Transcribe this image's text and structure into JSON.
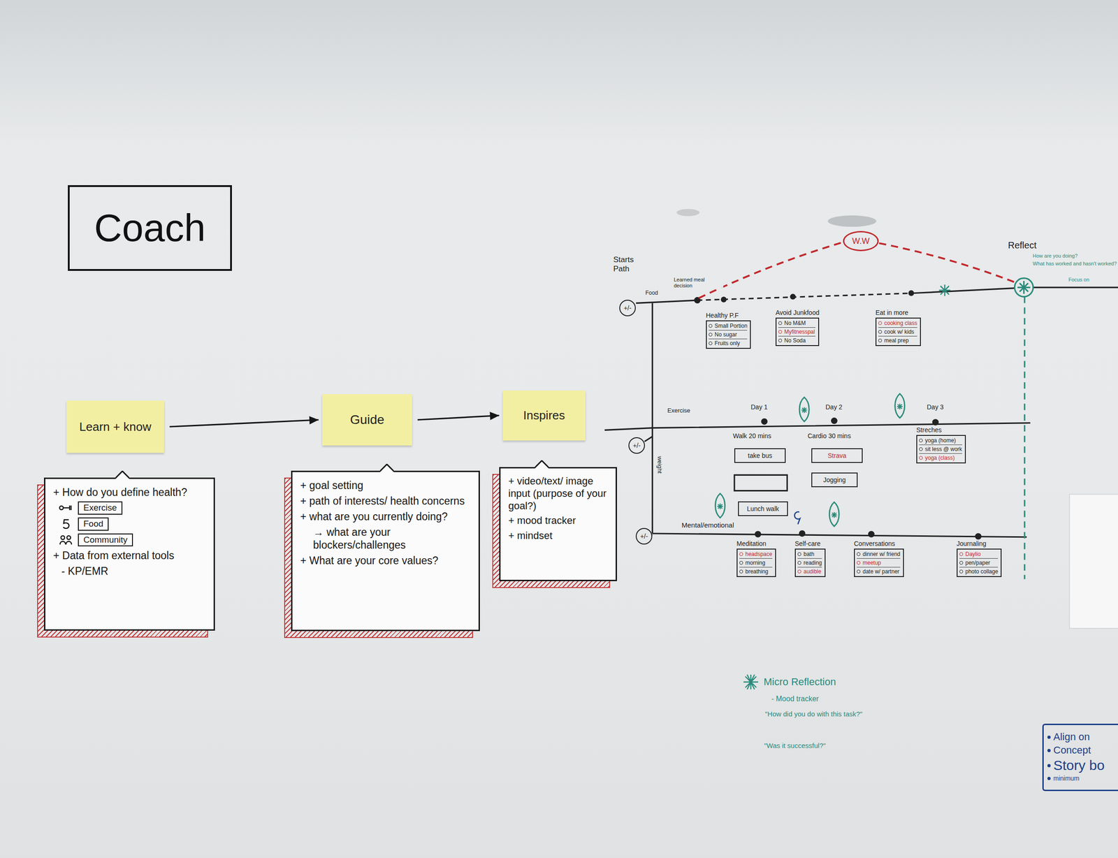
{
  "diagram": {
    "title": "Coach",
    "nodes": [
      {
        "text": [
          "Learn + know"
        ]
      },
      {
        "text": [
          "+ How do you define health?",
          "+ Data from external tools",
          "- KP/EMR"
        ]
      },
      {
        "text": [
          "Exercise"
        ],
        "in": 1
      },
      {
        "text": [
          "Food"
        ],
        "in": 1
      },
      {
        "text": [
          "Community"
        ],
        "in": 1
      },
      {
        "text": [
          "Guide"
        ]
      },
      {
        "text": [
          "+ goal setting",
          "+ path of interests/ health concerns",
          "+ what are you currently doing?",
          "→ what are your blockers/challenges",
          "+ What are your core values?"
        ]
      },
      {
        "text": [
          "Inspires"
        ]
      },
      {
        "text": [
          "+ video/text/ image input (purpose of your goal?)",
          "+ mood tracker",
          "+ mindset"
        ]
      },
      {
        "text": [
          "W.W"
        ]
      },
      {
        "text": [
          "+/-"
        ]
      },
      {
        "text": [
          "Healthy P.F",
          "Small Portion",
          "No sugar",
          "Fruits only"
        ]
      },
      {
        "text": [
          "Avoid Junkfood",
          "No M&M",
          "Myfitnesspal",
          "No Soda"
        ]
      },
      {
        "text": [
          "Eat in more",
          "cooking class",
          "cook w/ kids",
          "meal prep"
        ]
      },
      {
        "text": [
          "+/-"
        ]
      },
      {
        "text": [
          "take bus"
        ]
      },
      {
        "text": [
          "Strava"
        ]
      },
      {
        "text": [
          "Streches",
          "yoga (home)",
          "sit less @ work",
          "yoga (class)"
        ]
      },
      {
        "text": [
          "Jogging"
        ]
      },
      {
        "text": [
          "Lunch walk"
        ]
      },
      {
        "text": [
          "+/-"
        ]
      },
      {
        "text": [
          "Meditation",
          "headspace",
          "morning",
          "breathing"
        ]
      },
      {
        "text": [
          "Self-care",
          "bath",
          "reading",
          "audible"
        ]
      },
      {
        "text": [
          "Conversations",
          "dinner w/ friend",
          "meetup",
          "date w/ partner"
        ]
      },
      {
        "text": [
          "Journaling",
          "Daylio",
          "pen/paper",
          "photo collage"
        ]
      },
      {
        "text": [
          "Align on",
          "Concept",
          "Story bo",
          "minimum"
        ]
      }
    ],
    "edges": [
      {
        "from": 0,
        "to": 5,
        "arrow": "to"
      },
      {
        "from": 5,
        "to": 7,
        "arrow": "to"
      }
    ],
    "labels": [
      "Starts Path",
      "Food",
      "Learned meal decision",
      "Reflect",
      "How are you doing?",
      "What has worked and hasn't worked?",
      "Focus on",
      "Exercise",
      "weight",
      "Day 1",
      "Day 2",
      "Day 3",
      "Walk 20 mins",
      "Cardio 30 mins",
      "Mental/emotional",
      "- Mood tracker",
      "\"How did you do with this task?\"",
      "\"Was it successful?\""
    ],
    "legend": [
      {
        "text": "Micro Reflection"
      }
    ]
  }
}
